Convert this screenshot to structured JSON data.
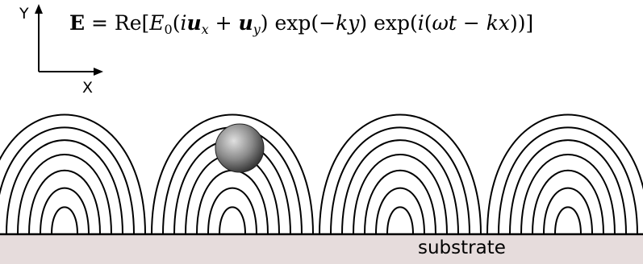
{
  "axes": {
    "y_label": "Y",
    "x_label": "X"
  },
  "equation": {
    "field": "E",
    "equals": " = Re[",
    "amplitude": "E",
    "amplitude_sub": "0",
    "open": "(",
    "i1": "i",
    "u1": "u",
    "u1_sub": "x",
    "plus": " + ",
    "u2": "u",
    "u2_sub": "y",
    "exp1": ") exp(−",
    "ky": "ky",
    "exp2": ") exp(",
    "i2": "i",
    "paren": "(",
    "omega_t": "ωt",
    "minus": " − ",
    "kx": "kx",
    "close": "))]"
  },
  "substrate": {
    "label": "substrate",
    "color": "#e6dcdc"
  },
  "particle": {
    "color_light": "#d8d8d8",
    "color_dark": "#3a3a3a"
  }
}
